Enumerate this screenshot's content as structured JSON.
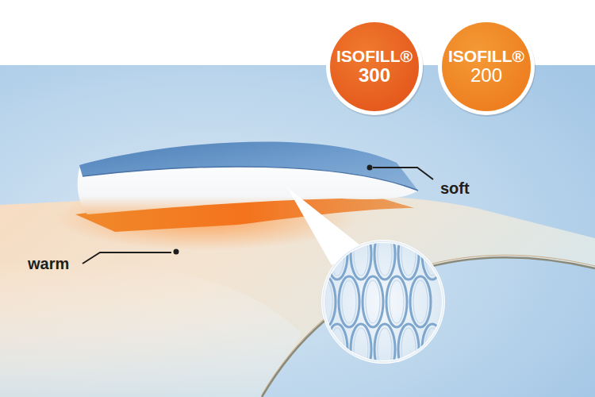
{
  "diagram": {
    "nodes": [
      {
        "text": [
          "ISOFILL®",
          "300"
        ]
      },
      {
        "text": [
          "ISOFILL®",
          "200"
        ]
      }
    ],
    "labels": [
      "soft",
      "warm"
    ]
  }
}
